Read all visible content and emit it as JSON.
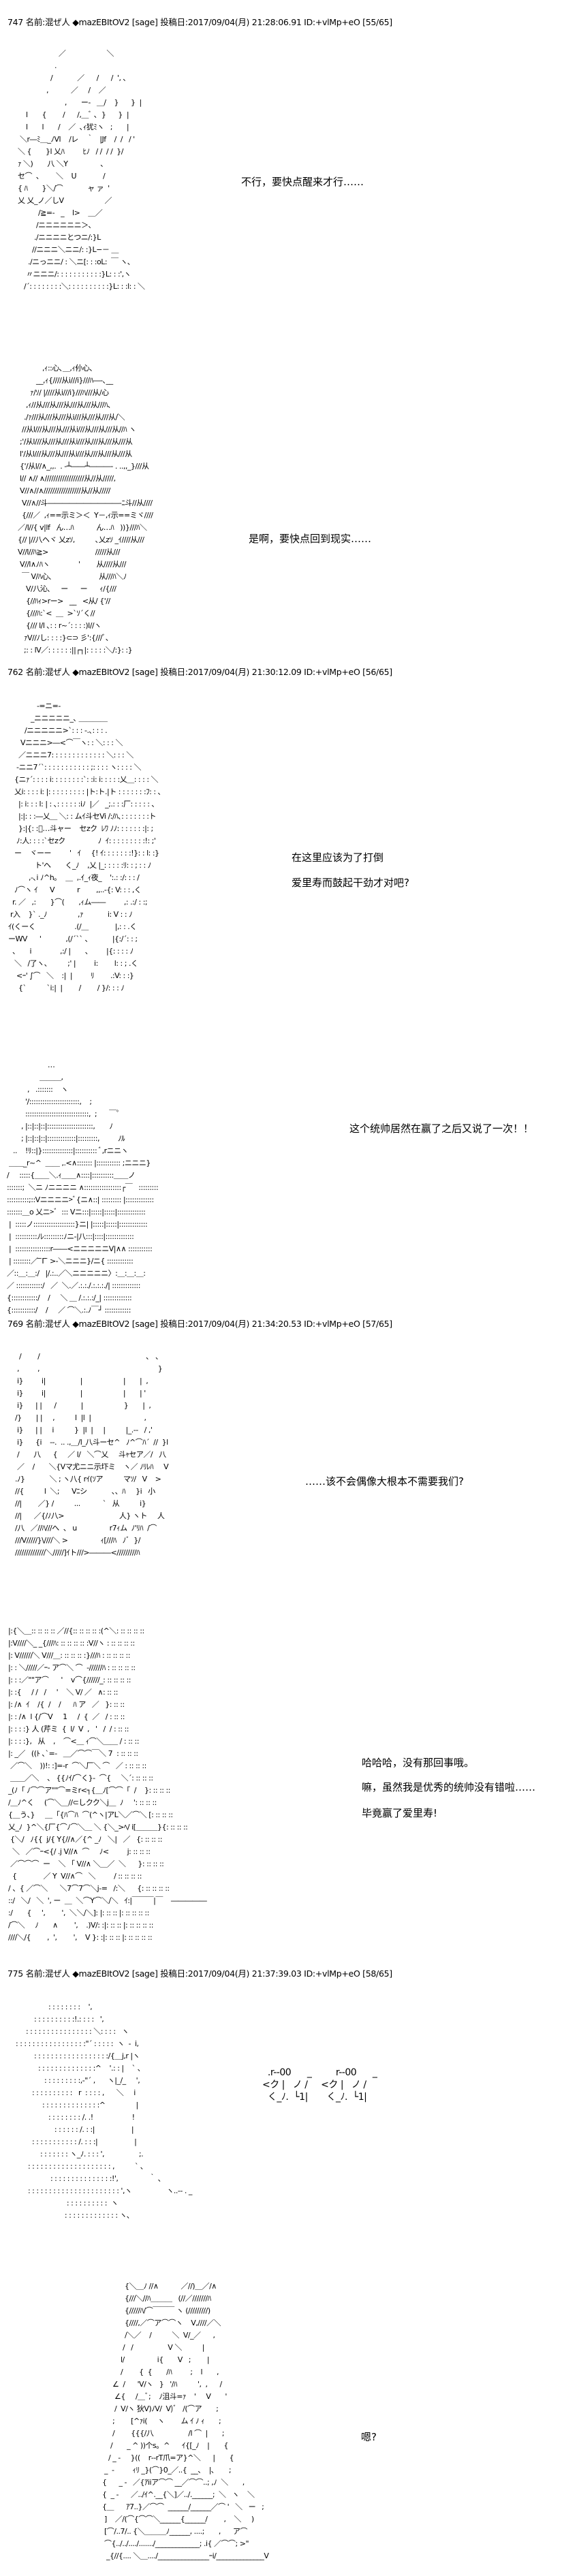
{
  "posts": [
    {
      "header": "747 名前:混ぜ人 ◆mazEBItOV2 [sage] 投稿日:2017/09/04(月) 21:28:06.91 ID:+vlMp+eO [55/65]",
      "panels": [
        {
          "lines": [
            "不行，要快点醒来才行……"
          ]
        },
        {
          "lines": [
            "是啊，要快点回到现实……"
          ]
        }
      ]
    },
    {
      "header": "762 名前:混ぜ人 ◆mazEBItOV2 [sage] 投稿日:2017/09/04(月) 21:30:12.09 ID:+vlMp+eO [56/65]",
      "panels": [
        {
          "lines": [
            "在这里应该为了打倒",
            "爱里寿而鼓起干劲才对吧?"
          ]
        },
        {
          "lines": [
            "这个统帅居然在赢了之后又说了一次！！"
          ]
        }
      ]
    },
    {
      "header": "769 名前:混ぜ人 ◆mazEBItOV2 [sage] 投稿日:2017/09/04(月) 21:34:20.53 ID:+vlMp+eO [57/65]",
      "panels": [
        {
          "lines": [
            "……该不会偶像大根本不需要我们?"
          ]
        },
        {
          "lines": [
            "哈哈哈，没有那回事哦。",
            "嘛，虽然我是优秀的统帅没有错啦……",
            "毕竟赢了爱里寿!"
          ]
        }
      ]
    },
    {
      "header": "775 名前:混ぜ人 ◆mazEBItOV2 [sage] 投稿日:2017/09/04(月) 21:37:39.03 ID:+vlMp+eO [58/65]",
      "panels": [
        {
          "lines": []
        },
        {
          "lines": [
            "嗯?"
          ]
        }
      ]
    }
  ],
  "art": {
    "a1": "                    ／                    ＼\n                  .\n                /            ／      /      /  ', ､\n              ,           ／     /    ／\n                       ,       ー-   ＿/    }      }  |\n    l       {        /      /,＿ﾞ ､  }      }  |\n    l       l       /    ／  ､ｨ犹ﾐヽ   ;       |\n ＼r―ﾐ＿_ﾉVl    /レ    ｀   |Jf    /  /   / '\n＼ {       }l 乂ﾊ         ﾋﾉ   / /  / /  }/\nｧ ＼)       八 ＼Y                ､\nセ⌒  ､        ＼    U             /\n{ ﾊ       }＼/⌒            ャ ァ  '\n乂 乂_ノ／しV                    ／\n          /≧=-   _    l>    ＿／\n         /ニニニニニニ＞､\n        ./ニニニニとつニ/:}L\n       //ニニニ＼ニニ/: :}L−－ ＿\n     ./ニっニニ/ : ＼ニ[: : :oL:  ￣ ヽ､\n    〃ニニニ/: : : : : : : : : : :}L: : :',ヽ\n   /´: : : : : : : :＼: : : : : : : : : :}L: : :l: : ＼",
    "a2": "            ,ｨ::心､＿,ｨ仦心､\n         __,ｨ{////从i///i}///ﾊ―-､__\n      ｧ/ｿ/ |////从i///i}///ﾊ///从/心\n    ,ｨ//从///从///从///从///从///ﾊ､\n   ./ｧ///从///从///从i///从///从///从/＼\n  //从l///从///从///从i///从///从///从//ﾊ ヽ\n ;'/从l///从///从///从i///从///从///从///从\n l'/从l///从///从///从i///从///从///从///从\n {'/从l//∧_,,.  . ‐┴――┴―――- . ..,,_}///从\n l// ∧// ∧//////////////////从//从/////,\n V//∧//∧/////////////////从//从/////\n  V//∧//斗――――――――――-ﾆ斗//从////\n  {///／  ,ｨ==示ミ＞＜  Y－,ｨ示==ミヾ////\n／/l//{ v|lf   ん…ﾊ           ん…ﾊ   ))}///ﾊ＼\n{// |//八ヘヾ 乂zｿ,          ､乂zｿ _ｲ////从///\nV//l//ﾊ≧>                       /////从///\n V//l∧ﾉﾊヽ              '        从////从///\n  ￣ V/ﾊ心､                       从///ﾊ＼ﾉ\n    V/八沁､     ー      ー      ｨ/{///\n    {//ﾊｨ>rー>   __   <从/ {'//\n    {///ﾊ:`<  ＿  >`ｿ´く//\n    {/// l/l ､: : r~´: : : :)l//ヽ\n   ｧV//ﾉし: : : :}⊂⊃ 彡':{///ﾞ､\n   ;: : lV／: : : : : :||┌┐|: : : : :＼/:}: :}",
    "a3": "              -=ニ=-\n           _ニニニニニ_､ ＿＿＿＿\n        /ニニニニニ>`: : : ‐.､: : : .\n      Vニニニ>―<⌒￣ヽ: : ＼: : : ＼\n     ／ニニニ7: : : : : : : : : : : : : ＼: : : ＼\n    -ニニ7´`: : : : : : : : : : : ;: : : : ヽ: : : : ＼\n   {ニｧ´: : : : i: : : : : : : :`: :i: i: : : : :乂＿: : : : ＼\n   乂i: : : : i: |: : : : : : : : : |ト:ト.|ト : : : : : : :ﾌ: : ､\n     |: i: : : l: | : ､: : : : : :iﾉ  |／   _;.: : :厂: : : : : ､\n     |:|: : :―乂＿ ＼: : ムｲ斗セVi /:/ﾊ､: : : : : : :ト\n     }:|{: :ﾞ…斗ャー    セzク  ﾚﾜ ﾉﾉ: : : : : : :|: ;\n    ﾉ:人: : : :`セzク                ﾉ  ｲ: : : : : : : : :!: ;'\n   ー    ヾーー         '   ｲ     {! ｲ: : : : : : :!}: : l: :}\n             ト'ヘ       く_ﾉ    ,乂 |_: : : : :ﾘ: : ; : : ﾉ\n          ,-､i ﾉ^h｡    ＿  ,.ｲ_ｨ夜_    ':.: :/: : : /\n   ﾉ⌒ヽ ｲ      V           r        ,,..-{: V: : : ,く\n  r. ／   ,:       }⌒(       ,ｨム――         ,: .:/ : :;\n r入    }` ._ﾉ               ,ｧ            i: V : : ﾉ\nｲ(くーく                   .(/＿             |,: : .く\nーWV      '            ,(/´`` 、          |{:/´: : ;\n  、     i              ,:/ |       、       |{: : : : ﾉ\n   ＼   /了ヽ、        ;' |         i:        l: : ; .く\n    <ｰ' ∫⌒   ＼    :|  |         ﾘ        .:V: : :}\n     {`          `i:|  |        /        / }/: : : ﾉ",
    "a4": "                    …\n                ＿＿＿,\n          ,   .:::::::    ヽ\n         '/:::::::::::::::::::::::,    ;\n         :::::::::::::::::::::::::::::,  ;      ￣ﾟ\n       , |::|::|::|:::::::::::::::::::::,       ﾉ\n       ; |::|::|::|:::::::::::::|:::::::::,         ﾉﾙ\n   ..    !ﾘ::|}::::::::::::::|:::::::::: ﾞ,rニニヽ\n ＿＿_r~^  ＿＿ ,.<∧::::::: |::::::::::: ;ニニニ}\n/     :::::{＿＿＼.ｨ＿＿∧::::|::::::::::＿＿ノ\n:::::::;  ＼ニ ﾉニニニニ ∧:::::::::::::::::┌￣   :::::::::\n::::::::::;::Vニニニニ>ﾞ{ニ∧::| ::::::::: |:::::::::::::\n:::::::＿o 乂ニ>ﾞ  ::: Vニ:::|:::::|:::::|:::::::::::::\n |  :::::ノ:::::::::::::::::::}ニ| |:::::|:::::|:::::::::::::\n |  ::::::::::ﾉﾚ:::::::::ﾉニ-|八:::|::::|:::::::::::::\n |  ::::::::::::::::r――<ニニニニニV|∧∧ :::::::::::\n | ::::::::／ ̄ ̄Γ ̄ >‐＼ニニニ}/ニ{ ::::::::::::\n／::＿:＿:/   |/.:..／＼ニニニニニ〉:＿:＿:＿:\n／ ::::::::::::/   ／  ＼.／.:.:./.:.:.:./| :::::::::::::\n{::::::::::::/    /     ＼ ＿ /.:.:.:/_| :::::::::::::\n{:::::::::::/    /     ／ ⌒＼.:.ﾉ￣┘ ::::::::::::",
    "a5": "  /        /                                                    ､   ､\n ,         ,                                                          }\n i}         i|                 |                    |       |  ,\n i}         i|                 |                    |       | '\n i}      | |      /            |                    }       |  ,\n/}       | |     ,          l  |l  |                          ,\n i}      | |     i          }  |l  |     |          |_.-‐   / ,'\n i}      {i    ‐-.  .. .,＿/l_八斗ーセ^   ﾉ^⌒ﾊ´  //  }l\n /       八      {     ／ l/   ＼⌒乂     斗ｬセア／/   八\n ／    /       ＼{Vマ尤ニニ示圷ミ    ヽ／ ﾉﾘﾚﾊ     V\n.ﾉ}            ＼ ; ヽ八{ rｲ(ｿア          マｿ/   V    >\n//{          l  ＼;      Vﾆシ            、、ﾊ     }i   小\n//|        ／} /          ...           `   从          i}\n//|      ／{/ﾉ八>                           人} ヽト     人\n/八   ／//ﾊ///へ  、 u                r7ｨム  ﾉ'ﾘﾊ  /⌒\n///V/////}\\////＼ >                ｨ[///ﾊ   ﾉﾞ  }/\n//////////////＼/////]ｲト///>―――</////////ﾊ",
    "a6": "|:{＼＿:: :: :: :: ／//{:: :: :: :: :(^＼: :: :: :: ::\n|:V////＼_ _{///ﾊ: :: :: :: :: :V//ヽ : :: :: :: ::\n|: V//////＼ V///＿: :: :: :: :}///ﾊ : :: :: :: ::\n|: : ＼/////／ｰ- ア⌒＼ ⌒  -//////ﾊ : :: :: :: ::\n|: : :／\"\"ア⌒      '    v⌒{//////_: :: :: :: ::\n|: :{     / /   /     '    ＼ V/ ／   ∧: :: ::\n|: /∧  ｲ    /{  /    /      ﾊ ア   ／   }: :: ::\n|: : /∧  l {/⌒V     1     /  {  ／   / : :: ::\n|: : : :} 人 (芹ミ  {  l/  V  ,   '   /  / : :: ::\n|: : : :},   从    ,    ⌒<＿ ｨ⌒＼＿＿ / : :: ::\n|: _／   ((ﾄ ､`=-   ＿／⌒⌒￣＼ 7  : :: :: ::\n ／⌒＼    ))!: :]=-r  ⌒＼厂＼ ⌒   ／ : :: :: ::\n ＿＿／＼    、 {{ﾉｲ/⌒く}-  ⌒{     ＼´: :: :: ::\n_(ﾉ「 ﾉ⌒⌒ア\"\"⌒=ミr<┐{＿ﾉ[⌒⌒「  /    }: :: :: ::\n/＿ﾉ^く     (⌒＼＿//⊂しクク＼j＿  ﾉ     ': :: :: ::\n{＿う、}     ＿  ｢{ﾊ⌒ﾊ  ⌒(^ヽ|アL＼／⌒＼ [: :: :: ::\n乂_ﾉ  }^＼{厂{⌒ﾉ⌒＼＿ ＼ {＼_>ﾍ/ i[＿＿＿}{: :: :: ::\n {＼/   ﾉ{{  j/{ Y{//∧／{^ _ﾉ   ＼|   ／   {: :: :: ::\n  ＼   ／⌒ｰ<{/ .j V//∧  ⌒     ﾉ<         j: :: :: ::\n ／⌒⌒⌒  ー    ＼ 「 V//∧ ＼＿／  ＼      }: :: :: ::\n  {             ／ Y  V//∧⌒   ＼         / :: :: :: ::\n/ 、{ ／⌒＼      ＼7⌒7⌒＼j-=   /:＼      {: :: :: :: ::\n::/   ＼/   ＼  ', ー  ＿  ＼⌒Y⌒＼/＼   ｲ:|￣￣￣|￣    ―――――\n:/       {     ',        ',  ＼＼/＼]: |: :: :: |: :: :: :: ::\n/⌒＼     ﾉ       ∧        ',    .)V/: :|: :: :: |: :: :: :: ::\n////＼/{        ,  ',        ',    V }: :|: :: :: |: :: :: :: ::",
    "a7": "                 : : : : : : : :    ',\n          : : : : : : : : : :!.: : : :   ',\n      : : : : : : : : : : : : : : : : ＼: : : :   ヽ\n : : : : : : : : : : : : : : : : :\"´ : : : : :  ヽ  ‐  i,\n          : : : : : : : : : : : : : : : : : :/{＿j,r |ヽ\n            : : : : : : : : : : : : : :^    '.: : |    ` 、\n               : : : : : : : : :,‐\"´ ,      ヽ|_/_     ',\n         : : : : : : : : : :   r  : : : : ,      ＼     i\n              : : : : : : : : : : : : : :^               |\n                 : : : : : : : : /. .!                   !\n                    : : : : : : /. : :|                  |\n         : : : : : : : : : : : /. : : :|                  |\n             : : : : : : : ヽ_ﾉ. : : : ',                 ;.\n       : : : : : : : : : : : : : : : : : : : : ,          ` ､\n                  : : : : : : : : : : : : : : :!',               ｀ ､\n       : : : : : : : : : : : : : : : : : : : : : : ',ヽ                 ヽ..‐- . _\n                          : : : : : : : : : :  ヽ\n                         : : : : : : : : : : : : : ヽ､",
    "a7b": "  .r--00      _         r--00      _\n<ク |   ノ /     <ク |   ノ /\n  く_ﾉ.  └1|       く_ﾉ.  └1|",
    "a8": "           {＼＿ﾉ //∧           ／//)＿／/∧\n           {///＼//ﾊ＿＿＿   (//／///////ﾊ\n           {/////ﾊ/⌒￣￣￣ ヽ (/////////)\n           {////,／⌒ア⌒⌒ヽ    V,////／＼\n           /＼／    /          ＼  V/_／      ,\n          /   /                 V ＼          |\n         l/                i{       V   ;        |\n         /        {  {       /ﾊ         ;    l       ,\n     ∠  /      'V/ヽ   }   '/ﾊ          ',  ,      /\n      ∠{     /＿ﾞ;    ﾉ沮斗=ｧ    '     V       '\n      /  V/ヽ 狄V)ﾉV/  V)ﾞ   /(⌒ア       ;\n     ;        [^ｧi(     ヽ        ム ｲ ﾉ ｨ       ;\n     /        {{{/八                 /l ⌒  |       ;        \n    /       _ ^ ))个s｡  ^      ｲ{[_ﾉ    |       {\n   / _ ‐     }((    r‐‐rT爪=ア}^＼      |       {\n _  ‐         ｨﾘ _}(⌒}0_／..{  __、  |､       ;\n{      _ ‐   ／{ｱiiア⌒⌒ __／⌒⌒..; ,ﾉ  ＼       ,\n{  _ ‐      ／../ｲ^.__{＼]／../.______;  ＼   ヽ    ＼\n{＿      ｱ7..}／⌒⌒  ______/______／⌒ '   ＼   ー   ;\n ]    ／/(⌒{⌒⌒＼______{______/        ,    ＼     )\n [⌒/..7/.. {＼＿＿＿ﾉ______, ....;       ,      ア⌒\n ⌒{../../..../......./_____________; .i{ ／⌒⌒; >\"\n  _{//{.... ＼＿..../_______________ｰi/______________V"
  }
}
